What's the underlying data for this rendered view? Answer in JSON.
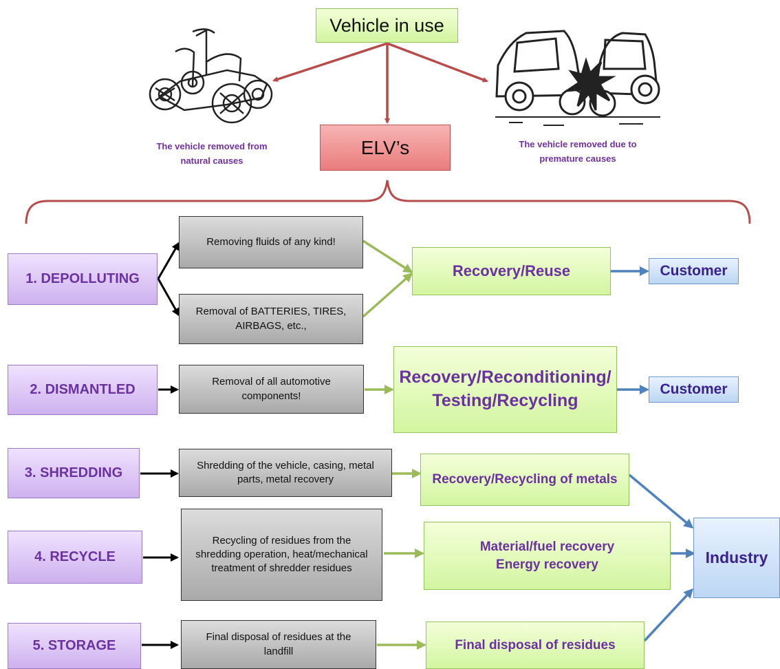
{
  "top": {
    "vehicle_in_use": "Vehicle in use",
    "elv": "ELV’s",
    "natural_caption": "The vehicle removed from natural causes",
    "premature_caption": "The vehicle removed due to premature causes",
    "left_image": "vintage-car-drawing",
    "right_image": "car-crash-drawing"
  },
  "steps": [
    {
      "label": "1.  DEPOLLUTING",
      "actions": [
        "Removing fluids of any kind!",
        "Removal of BATTERIES, TIRES, AIRBAGS, etc.,"
      ],
      "outcome": "Recovery/Reuse",
      "destination": "Customer"
    },
    {
      "label": "2. DISMANTLED",
      "actions": [
        "Removal of all automotive components!"
      ],
      "outcome": "Recovery/Reconditioning/ Testing/Recycling",
      "destination": "Customer"
    },
    {
      "label": "3.  SHREDDING",
      "actions": [
        "Shredding of the vehicle, casing, metal parts, metal recovery"
      ],
      "outcome": "Recovery/Recycling of metals",
      "destination": "Industry"
    },
    {
      "label": "4.  RECYCLE",
      "actions": [
        "Recycling of residues from the shredding operation, heat/mechanical treatment of shredder residues"
      ],
      "outcome": "Material/fuel recovery Energy recovery",
      "destination": "Industry"
    },
    {
      "label": "5.  STORAGE",
      "actions": [
        "Final disposal of residues at the landfill"
      ],
      "outcome": "Final disposal of residues",
      "destination": "Industry"
    }
  ],
  "industry": "Industry",
  "colors": {
    "red_arrow": "#b84a4a",
    "green_arrow": "#9bbb59",
    "blue_arrow": "#4f81bd",
    "black_arrow": "#000000",
    "caption": "#7030a0"
  }
}
